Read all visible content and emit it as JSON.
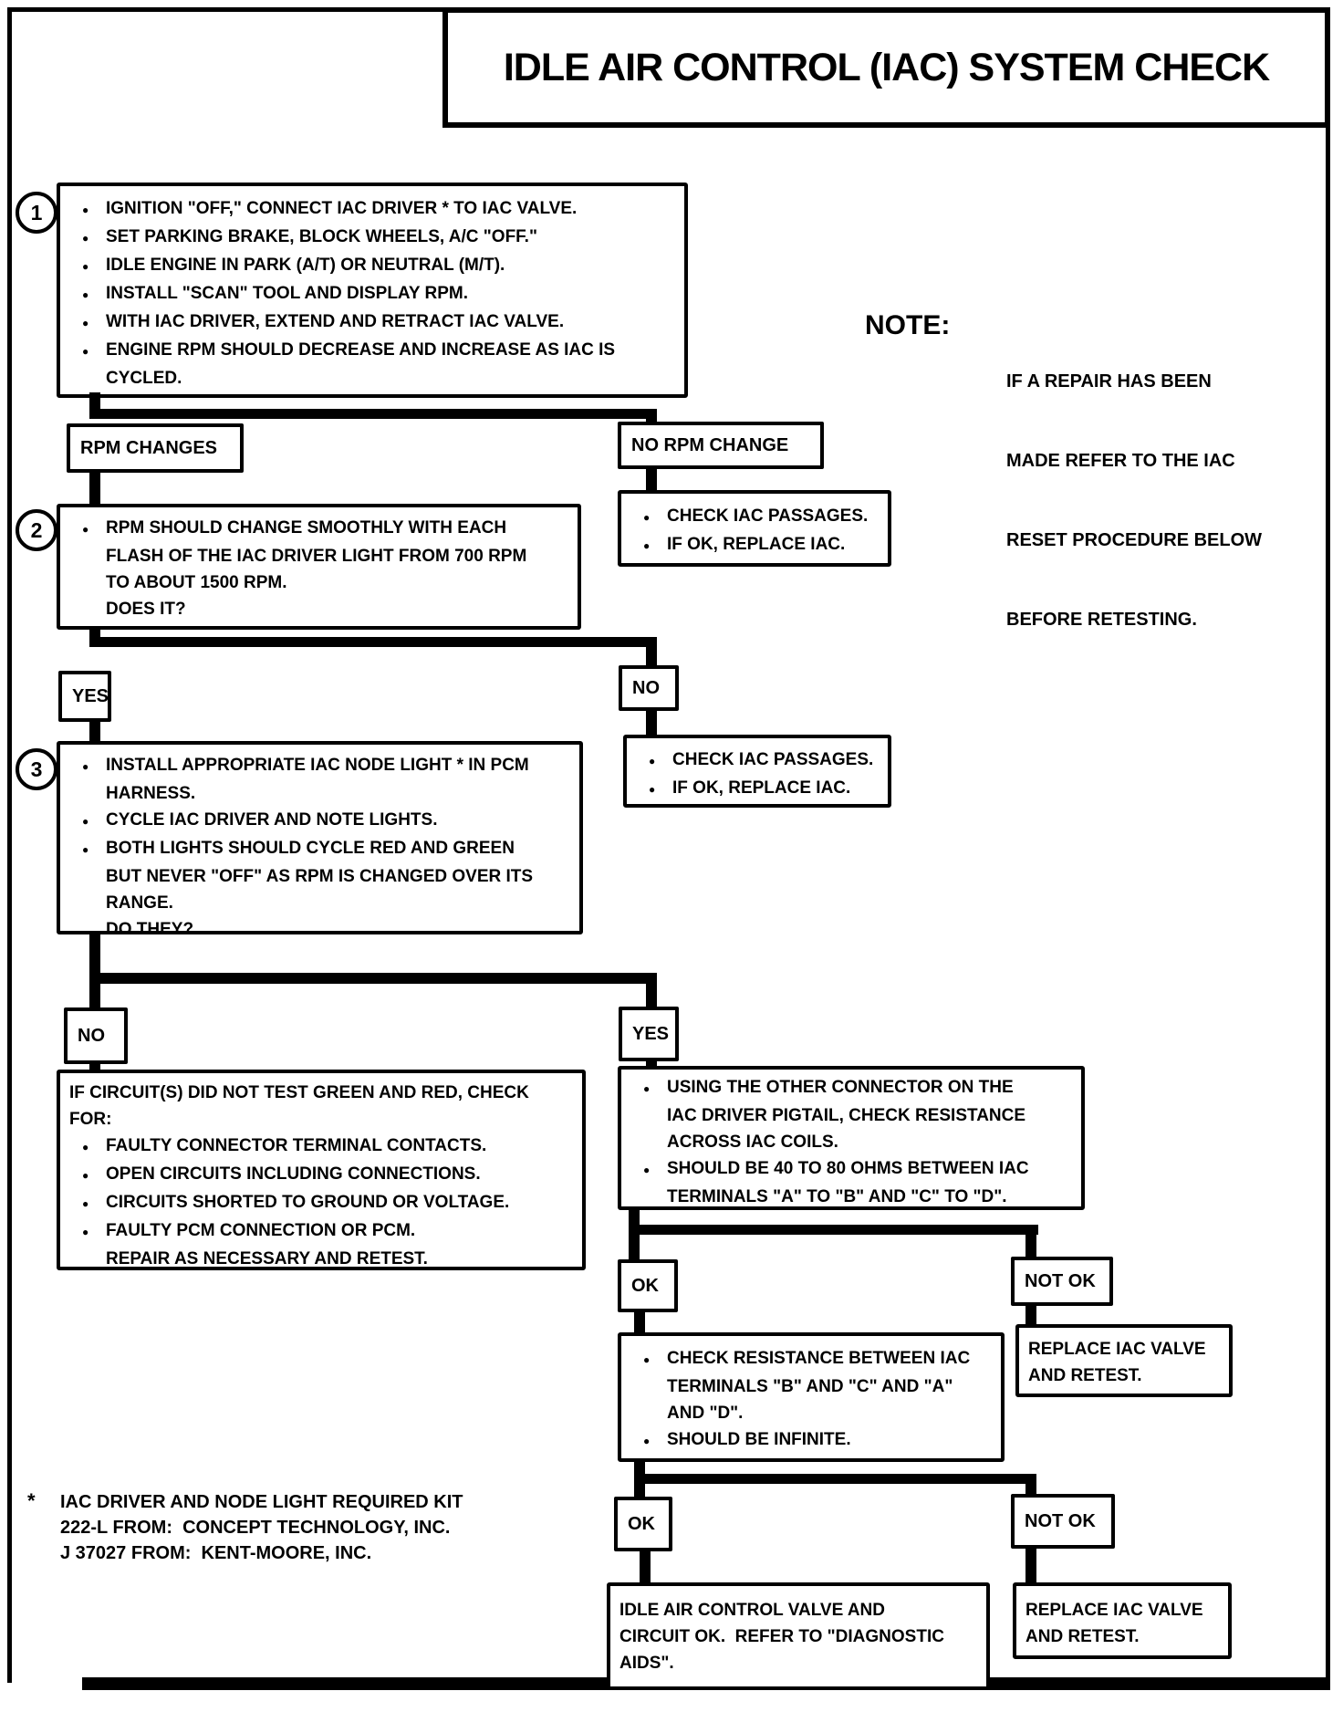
{
  "title": "IDLE AIR CONTROL (IAC) SYSTEM CHECK",
  "note": {
    "label": "NOTE:",
    "lines": [
      "IF A REPAIR HAS BEEN",
      "MADE REFER TO THE IAC",
      "RESET PROCEDURE BELOW",
      "BEFORE RETESTING."
    ]
  },
  "step_numbers": [
    "1",
    "2",
    "3"
  ],
  "decisions": {
    "rpm_changes": "RPM CHANGES",
    "no_rpm_change": "NO RPM CHANGE",
    "yes": "YES",
    "no": "NO",
    "ok": "OK",
    "not_ok": "NOT OK"
  },
  "step1": {
    "rows": [
      "IGNITION \"OFF,\" CONNECT IAC DRIVER * TO IAC VALVE.",
      "SET PARKING BRAKE, BLOCK WHEELS, A/C \"OFF.\"",
      "IDLE ENGINE IN PARK (A/T) OR NEUTRAL (M/T).",
      "INSTALL \"SCAN\" TOOL AND DISPLAY RPM.",
      "WITH IAC DRIVER, EXTEND AND RETRACT IAC VALVE.",
      "ENGINE RPM SHOULD DECREASE AND INCREASE AS IAC IS",
      "CYCLED."
    ]
  },
  "step2": {
    "rows": [
      "RPM SHOULD CHANGE SMOOTHLY WITH EACH",
      "FLASH OF THE IAC DRIVER LIGHT FROM 700 RPM",
      "TO ABOUT 1500 RPM.",
      "DOES IT?"
    ]
  },
  "step3": {
    "rows": [
      "INSTALL APPROPRIATE IAC NODE LIGHT * IN PCM",
      "HARNESS.",
      "CYCLE IAC DRIVER AND NOTE LIGHTS.",
      "BOTH LIGHTS SHOULD CYCLE RED AND GREEN",
      "BUT NEVER \"OFF\" AS RPM IS CHANGED OVER ITS",
      "RANGE.",
      "DO THEY?"
    ]
  },
  "check_iac_a": {
    "rows": [
      "CHECK IAC PASSAGES.",
      "IF OK, REPLACE IAC."
    ]
  },
  "check_iac_b": {
    "rows": [
      "CHECK IAC PASSAGES.",
      "IF OK, REPLACE IAC."
    ]
  },
  "no_branch": {
    "rows": [
      "IF CIRCUIT(S) DID NOT TEST GREEN AND RED, CHECK",
      "FOR:",
      "FAULTY CONNECTOR TERMINAL CONTACTS.",
      "OPEN CIRCUITS INCLUDING CONNECTIONS.",
      "CIRCUITS SHORTED TO GROUND OR VOLTAGE.",
      "FAULTY PCM CONNECTION OR PCM.",
      "REPAIR AS NECESSARY AND RETEST."
    ]
  },
  "yes_branch": {
    "rows": [
      "USING THE OTHER CONNECTOR ON THE",
      "IAC DRIVER PIGTAIL, CHECK RESISTANCE",
      "ACROSS IAC COILS.",
      "SHOULD BE 40 TO 80 OHMS BETWEEN IAC",
      "TERMINALS \"A\" TO \"B\" AND \"C\" TO \"D\"."
    ]
  },
  "resistance": {
    "rows": [
      "CHECK RESISTANCE BETWEEN IAC",
      "TERMINALS \"B\" AND \"C\" AND \"A\"",
      "AND \"D\".",
      "SHOULD BE INFINITE."
    ]
  },
  "replace_valve": {
    "rows": [
      "REPLACE IAC VALVE",
      "AND RETEST."
    ]
  },
  "final_ok": {
    "rows": [
      "IDLE AIR CONTROL VALVE AND",
      "CIRCUIT OK.  REFER TO \"DIAGNOSTIC",
      "AIDS\"."
    ]
  },
  "footnote": {
    "star": "*",
    "lines": [
      "IAC DRIVER AND NODE LIGHT REQUIRED KIT",
      "222-L FROM:  CONCEPT TECHNOLOGY, INC.",
      "J 37027 FROM:  KENT-MOORE, INC."
    ]
  }
}
